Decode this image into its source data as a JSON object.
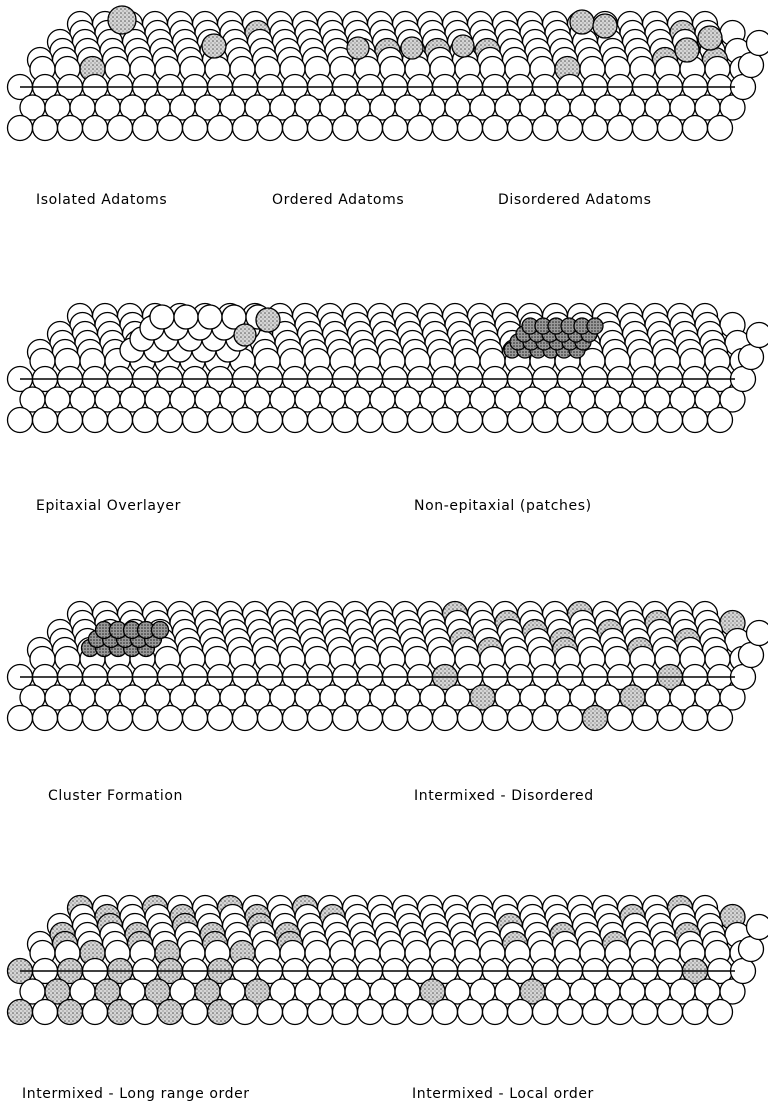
{
  "panels": [
    {
      "id": "panel-1",
      "captions": [
        "Isolated Adatoms",
        "Ordered Adatoms",
        "Disordered Adatoms"
      ]
    },
    {
      "id": "panel-2",
      "captions": [
        "Epitaxial Overlayer",
        "Non-epitaxial (patches)"
      ]
    },
    {
      "id": "panel-3",
      "captions": [
        "Cluster Formation",
        "Intermixed - Disordered"
      ]
    },
    {
      "id": "panel-4",
      "captions": [
        "Intermixed - Long range order",
        "Intermixed - Local order"
      ]
    }
  ],
  "colors": {
    "ink": "#000000",
    "substrate_fill": "#ffffff",
    "adsorbate_fill": "#b8b8b8"
  }
}
